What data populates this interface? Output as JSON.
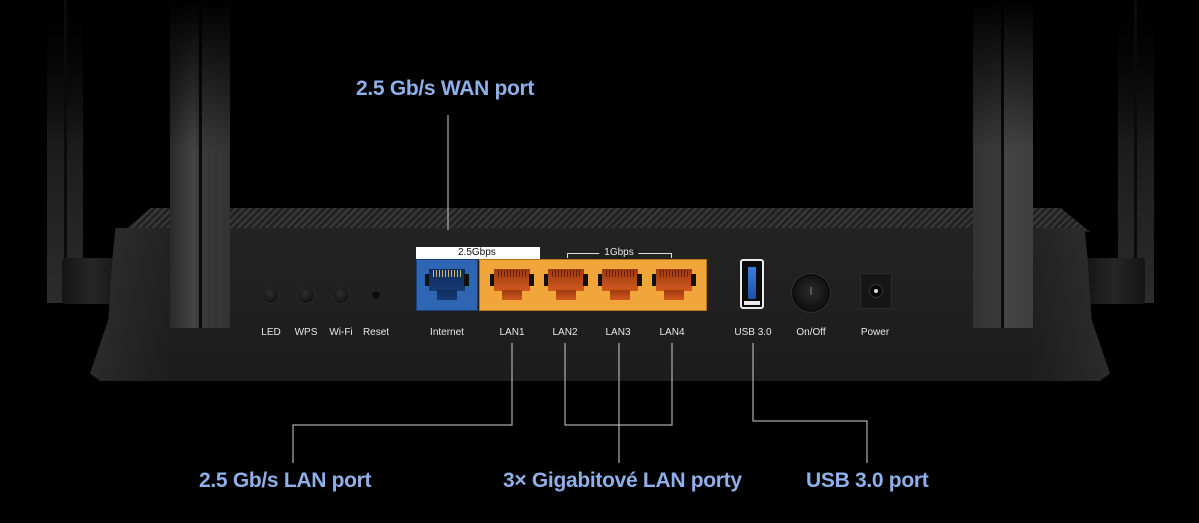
{
  "headline_callout": "2.5 Gb/s WAN port",
  "callouts": {
    "lan_2_5": "2.5 Gb/s LAN port",
    "gigabit_lan": "3× Gigabitové LAN porty",
    "usb": "USB 3.0 port"
  },
  "speed_labels": {
    "wan": "2.5Gbps",
    "lan_group": "1Gbps"
  },
  "panel_labels": {
    "led": "LED",
    "wps": "WPS",
    "wifi": "Wi-Fi",
    "reset": "Reset",
    "internet": "Internet",
    "lan1": "LAN1",
    "lan2": "LAN2",
    "lan3": "LAN3",
    "lan4": "LAN4",
    "usb": "USB 3.0",
    "onoff": "On/Off",
    "power": "Power"
  },
  "colors": {
    "callout_text": "#8fb0e8",
    "wan_port": "#2f66b3",
    "lan_ports": "#f0a63a",
    "background": "#000000"
  }
}
